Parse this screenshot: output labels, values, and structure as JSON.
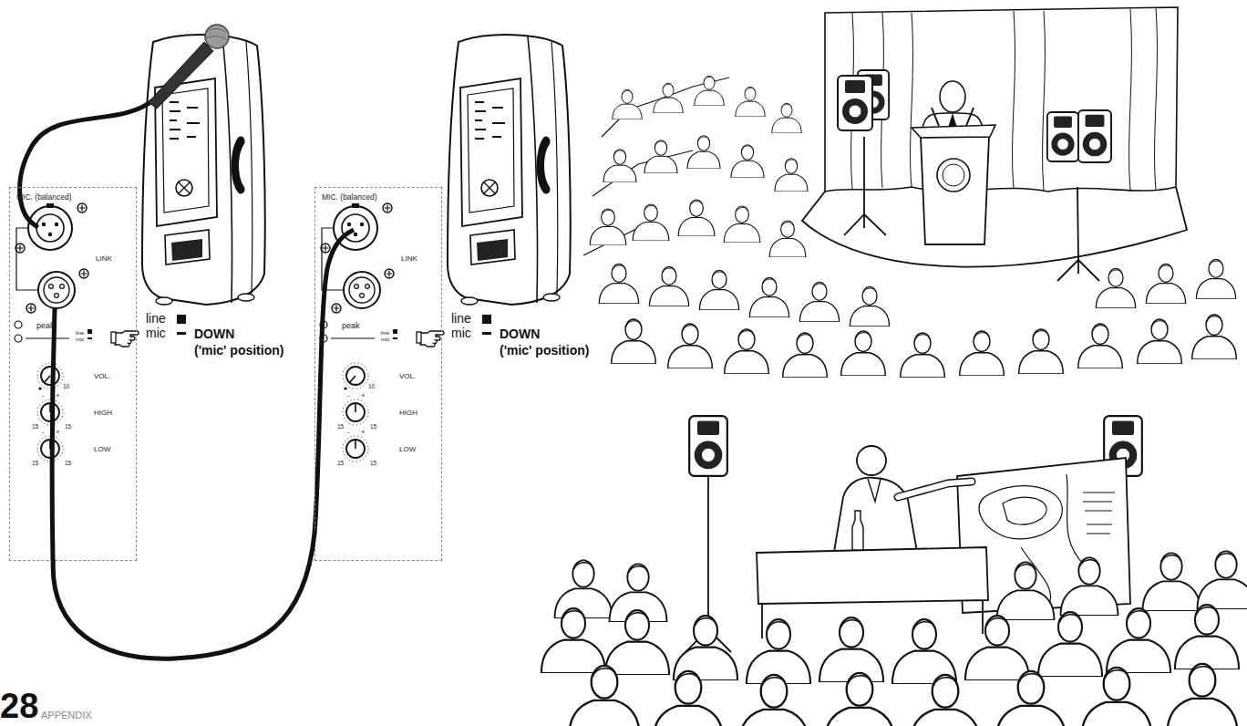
{
  "diagram": {
    "nodes": [
      {
        "text": [
          "MIC. (balanced)",
          "LINK",
          "peak",
          "line",
          "mic",
          "VOL.",
          "10",
          "-",
          "+",
          "HIGH",
          "15",
          "15",
          "-",
          "+",
          "LOW",
          "15",
          "15"
        ]
      },
      {
        "text": [
          "MIC. (balanced)",
          "LINK",
          "peak",
          "line",
          "mic",
          "VOL.",
          "10",
          "-",
          "+",
          "HIGH",
          "15",
          "15",
          "-",
          "+",
          "LOW",
          "15",
          "15"
        ]
      }
    ],
    "edges": [
      {
        "from": 0,
        "to": 1,
        "arrow": "none"
      }
    ],
    "labels": [
      "line",
      "mic",
      "DOWN ('mic' position)",
      "line",
      "mic",
      "DOWN ('mic' position)",
      "28",
      "APPENDIX"
    ]
  }
}
